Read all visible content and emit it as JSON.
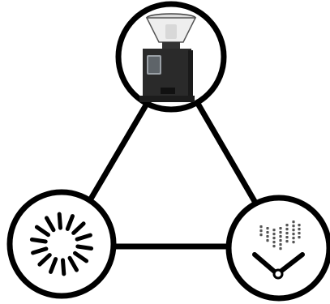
{
  "diagram": {
    "nodes": [
      {
        "id": "grinder",
        "icon": "coffee-grinder-icon"
      },
      {
        "id": "burst",
        "icon": "radial-burst-icon"
      },
      {
        "id": "timer",
        "icon": "dial-timer-icon"
      }
    ],
    "edges": [
      [
        "grinder",
        "burst"
      ],
      [
        "grinder",
        "timer"
      ],
      [
        "burst",
        "timer"
      ]
    ],
    "colors": {
      "stroke": "#000000",
      "background": "#ffffff",
      "grinder_body": "#2a2a2a",
      "grinder_hopper": "#e8e8e8",
      "grinder_screen": "#9aa0a6"
    }
  }
}
